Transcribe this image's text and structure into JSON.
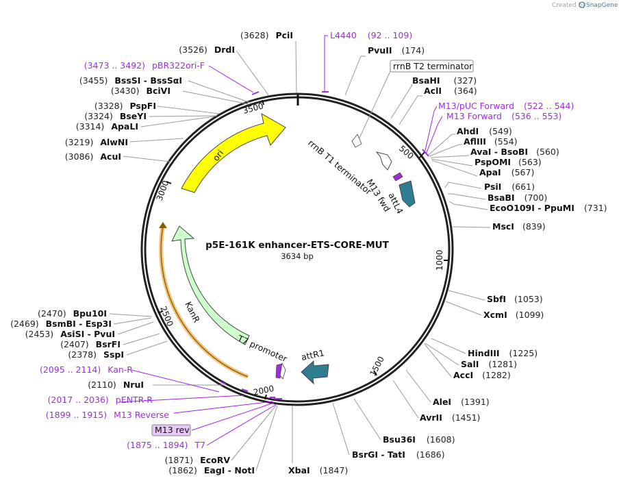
{
  "watermark": {
    "prefix": "Created by",
    "brand": "SnapGene"
  },
  "plasmid": {
    "name": "p5E-161K enhancer-ETS-CORE-MUT",
    "size_label": "3634 bp"
  },
  "ticks": [
    "500",
    "1000",
    "1500",
    "2000",
    "2500",
    "3000",
    "3500"
  ],
  "enzymes_right": [
    {
      "name": "PvuII",
      "pos": "(174)"
    },
    {
      "name": "BsaHI",
      "pos": "(327)"
    },
    {
      "name": "AclI",
      "pos": "(364)"
    },
    {
      "name": "AhdI",
      "pos": "(549)"
    },
    {
      "name": "AflIII",
      "pos": "(554)"
    },
    {
      "name": "AvaI - BsoBI",
      "pos": "(560)"
    },
    {
      "name": "PspOMI",
      "pos": "(563)"
    },
    {
      "name": "ApaI",
      "pos": "(567)"
    },
    {
      "name": "PsiI",
      "pos": "(661)"
    },
    {
      "name": "BsaBI",
      "pos": "(700)"
    },
    {
      "name": "EcoO109I - PpuMI",
      "pos": "(731)"
    },
    {
      "name": "MscI",
      "pos": "(839)"
    },
    {
      "name": "SbfI",
      "pos": "(1053)"
    },
    {
      "name": "XcmI",
      "pos": "(1099)"
    },
    {
      "name": "HindIII",
      "pos": "(1225)"
    },
    {
      "name": "SalI",
      "pos": "(1281)"
    },
    {
      "name": "AccI",
      "pos": "(1282)"
    },
    {
      "name": "AleI",
      "pos": "(1391)"
    },
    {
      "name": "AvrII",
      "pos": "(1451)"
    },
    {
      "name": "Bsu36I",
      "pos": "(1608)"
    },
    {
      "name": "BsrGI - TatI",
      "pos": "(1686)"
    },
    {
      "name": "XbaI",
      "pos": "(1847)"
    }
  ],
  "enzymes_left": [
    {
      "name": "PciI",
      "pos": "(3628)"
    },
    {
      "name": "DrdI",
      "pos": "(3526)"
    },
    {
      "name": "BssSI - BssSαI",
      "pos": "(3455)"
    },
    {
      "name": "BciVI",
      "pos": "(3430)"
    },
    {
      "name": "PspFI",
      "pos": "(3328)"
    },
    {
      "name": "BseYI",
      "pos": "(3324)"
    },
    {
      "name": "ApaLI",
      "pos": "(3314)"
    },
    {
      "name": "AlwNI",
      "pos": "(3219)"
    },
    {
      "name": "AcuI",
      "pos": "(3086)"
    },
    {
      "name": "Bpu10I",
      "pos": "(2470)"
    },
    {
      "name": "BsmBI - Esp3I",
      "pos": "(2469)"
    },
    {
      "name": "AsiSI - PvuI",
      "pos": "(2453)"
    },
    {
      "name": "BsrFI",
      "pos": "(2407)"
    },
    {
      "name": "SspI",
      "pos": "(2378)"
    },
    {
      "name": "NruI",
      "pos": "(2110)"
    },
    {
      "name": "EcoRV",
      "pos": "(1871)"
    },
    {
      "name": "EagI - NotI",
      "pos": "(1862)"
    }
  ],
  "primers": [
    {
      "name": "L4440",
      "range": "(92 .. 109)"
    },
    {
      "name": "M13/pUC Forward",
      "range": "(522 .. 544)"
    },
    {
      "name": "M13 Forward",
      "range": "(536 .. 553)"
    },
    {
      "name": "pBR322ori-F",
      "range": "(3473 .. 3492)"
    },
    {
      "name": "Kan-R",
      "range": "(2095 .. 2114)"
    },
    {
      "name": "pENTR-R",
      "range": "(2017 .. 2036)"
    },
    {
      "name": "M13 Reverse",
      "range": "(1899 .. 1915)"
    },
    {
      "name": "T7",
      "range": "(1875 .. 1894)"
    }
  ],
  "boxed_labels": {
    "rrnb_t2": "rrnB T2 terminator",
    "m13rev": "M13 rev"
  },
  "features": {
    "ori": "ori",
    "kanr": "KanR",
    "rrnb_t1": "rrnB T1 terminator",
    "m13fwd": "M13 fwd",
    "attl4": "attL4",
    "attr1": "attR1",
    "t7": "T7 promoter"
  },
  "colors": {
    "ori": "#ffff00",
    "kanr": "#ccffcc",
    "att": "#2e7d90",
    "primer": "#9b30d9",
    "kan_primer_band": "#f0c27a"
  }
}
